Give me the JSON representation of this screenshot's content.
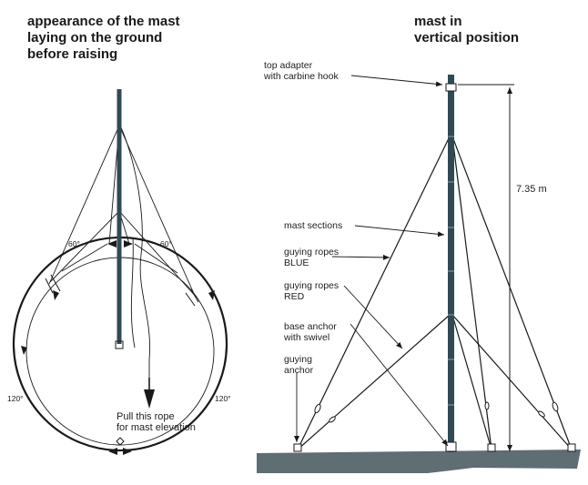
{
  "left": {
    "title_line1": "appearance of the mast",
    "title_line2": "laying on the ground",
    "title_line3": "before raising",
    "angle_top_left": "60°",
    "angle_top_right": "60°",
    "angle_bottom_left": "120°",
    "angle_bottom_right": "120°",
    "pull_line1": "Pull this rope",
    "pull_line2": "for mast elevation"
  },
  "right": {
    "title_line1": "mast in",
    "title_line2": "vertical position",
    "top_adapter_line1": "top adapter",
    "top_adapter_line2": "with carbine hook",
    "height_label": "7.35 m",
    "mast_sections": "mast sections",
    "guy_blue_line1": "guying ropes",
    "guy_blue_line2": "BLUE",
    "guy_red_line1": "guying ropes",
    "guy_red_line2": "RED",
    "base_anchor_line1": "base anchor",
    "base_anchor_line2": "with swivel",
    "guying_anchor_line1": "guying",
    "guying_anchor_line2": "anchor"
  },
  "colors": {
    "mast": "#2f4a55",
    "ground": "#5e6e72",
    "ink": "#1a1a1a"
  }
}
